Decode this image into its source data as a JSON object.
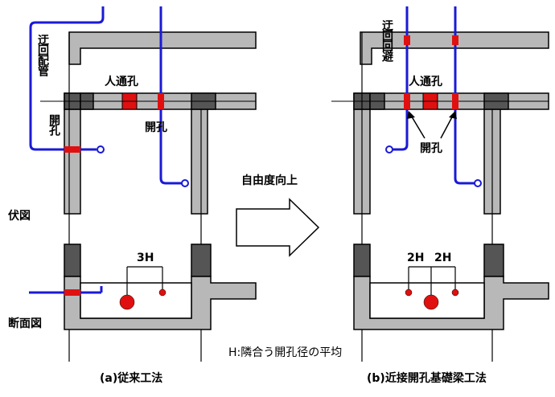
{
  "labels": {
    "ukai_haikan": "迂回配管",
    "ukai_kaihi": "迂回回避",
    "hitotsu_ko_a": "人通孔",
    "hitotsu_ko_b": "人通孔",
    "kaiko_a1": "開孔",
    "kaiko_a2": "開孔",
    "kaiko_b": "開孔",
    "fukuzu": "伏図",
    "danmenzu": "断面図",
    "spacing_a": "3H",
    "spacing_b1": "2H",
    "spacing_b2": "2H",
    "arrow_text": "自由度向上",
    "legend": "H:隣合う開孔径の平均",
    "caption_a": "(a)従来工法",
    "caption_b": "(b)近接開孔基礎梁工法"
  },
  "colors": {
    "pipe": "#1a1ad6",
    "hole": "#e01010",
    "beam": "#b8b8b8",
    "column": "#555555"
  }
}
